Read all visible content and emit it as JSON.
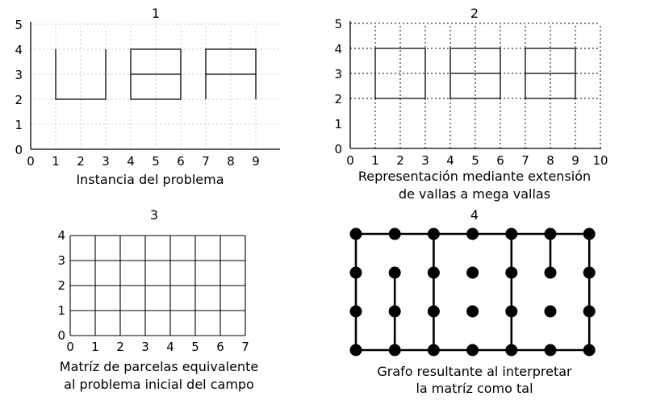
{
  "panels": [
    {
      "number": "1",
      "caption_lines": [
        "Instancia del problema"
      ],
      "x_ticks": [
        "0",
        "1",
        "2",
        "3",
        "4",
        "5",
        "6",
        "7",
        "8",
        "9"
      ],
      "y_ticks": [
        "0",
        "1",
        "2",
        "3",
        "4",
        "5"
      ],
      "grid": "light-dotted",
      "shapes": [
        {
          "kind": "open-rect",
          "x_from": 1,
          "x_to": 3,
          "y_bottom": 2,
          "y_top": 4
        },
        {
          "kind": "rect-mid-line",
          "x_from": 4,
          "x_to": 6,
          "y_bottom": 2,
          "y_top": 4,
          "y_mid": 3
        },
        {
          "kind": "open-rect-mid-line",
          "x_from": 7,
          "x_to": 9,
          "y_bottom": 2,
          "y_top": 4,
          "y_mid": 3
        }
      ]
    },
    {
      "number": "2",
      "caption_lines": [
        "Representación mediante extensión",
        "de vallas a mega vallas"
      ],
      "x_ticks": [
        "0",
        "1",
        "2",
        "3",
        "4",
        "5",
        "6",
        "7",
        "8",
        "9",
        "10"
      ],
      "y_ticks": [
        "0",
        "1",
        "2",
        "3",
        "4",
        "5"
      ],
      "grid": "extension-dotted",
      "shapes": [
        {
          "kind": "rect",
          "x_from": 1,
          "x_to": 3,
          "y_bottom": 2,
          "y_top": 4
        },
        {
          "kind": "rect-mid-line",
          "x_from": 4,
          "x_to": 6,
          "y_bottom": 2,
          "y_top": 4,
          "y_mid": 3
        },
        {
          "kind": "rect-mid-line",
          "x_from": 7,
          "x_to": 9,
          "y_bottom": 2,
          "y_top": 4,
          "y_mid": 3
        }
      ]
    },
    {
      "number": "3",
      "caption_lines": [
        "Matríz de parcelas equivalente",
        "al problema inicial del campo"
      ],
      "x_ticks": [
        "0",
        "1",
        "2",
        "3",
        "4",
        "5",
        "6",
        "7"
      ],
      "y_ticks": [
        "0",
        "1",
        "2",
        "3",
        "4"
      ],
      "grid": "solid-cells",
      "cols": 7,
      "rows": 4
    },
    {
      "number": "4",
      "caption_lines": [
        "Grafo resultante al interpretar",
        "la matríz como tal"
      ],
      "columns": 7,
      "rows": 4,
      "edges": [
        [
          0,
          3,
          6,
          3
        ],
        [
          0,
          0,
          6,
          0
        ],
        [
          0,
          0,
          0,
          3
        ],
        [
          6,
          0,
          6,
          3
        ],
        [
          1,
          3,
          1,
          1
        ],
        [
          2,
          3,
          2,
          0
        ],
        [
          4,
          3,
          4,
          1
        ],
        [
          4,
          1,
          4,
          0
        ],
        [
          5,
          1,
          5,
          0
        ]
      ]
    }
  ]
}
